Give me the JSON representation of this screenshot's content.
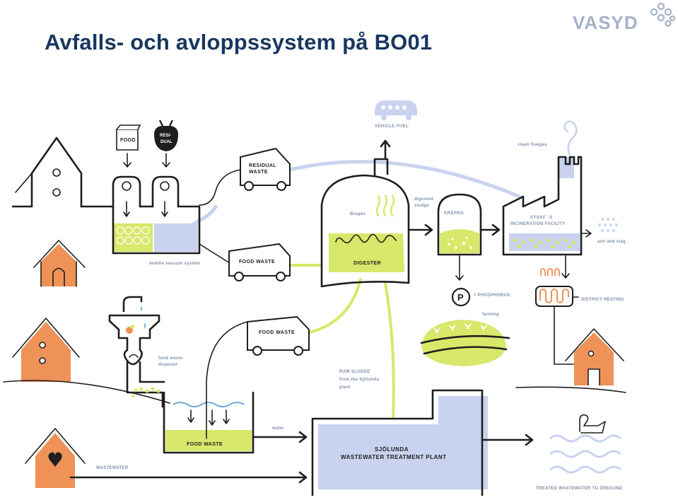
{
  "page": {
    "title": "Avfalls- och avloppssystem på BO01"
  },
  "logo": {
    "text": "VASYD"
  },
  "labels": {
    "food": "FOOD",
    "residual": [
      "RESI-",
      "DUAL"
    ],
    "residual_waste": [
      "RESIDUAL",
      "WASTE"
    ],
    "mobile_vacuum": "mobile vacuum system",
    "food_waste_truck_1": "FOOD WASTE",
    "food_waste_truck_2": "FOOD WASTE",
    "vehicle_fuel": "VEHICLE FUEL",
    "biogas": "Biogas",
    "digester": "DIGESTER",
    "digested_sludge": [
      "digested",
      "sludge"
    ],
    "krepro": "KREPRO",
    "phosphorus": "= PHOSPHORUS",
    "farming": "farming",
    "clean_fluegas": "clean fluegas",
    "sysav": [
      "SYSAV ' S",
      "INCINERATION FACILITY"
    ],
    "ash_slag": "ash and slag",
    "district_heating": "DISTRICT HEATING",
    "p_symbol": "P",
    "food_waste_disposer": [
      "food waste",
      "disposer"
    ],
    "food_waste_tank": "FOOD WASTE",
    "water": "water",
    "raw_sludge": [
      "RAW SLUDGE",
      "from the Sjölunda",
      "plant"
    ],
    "sjolunda": [
      "SJÖLUNDA",
      "WASTEWATER TREATMENT PLANT"
    ],
    "wastewater": "WASTEWATER",
    "treated_wastewater": "TREATED WASTEWATER TO ÖRESUND"
  },
  "colors": {
    "title": "#17375e",
    "ink": "#1e1e1e",
    "lime": "#d7e86a",
    "pale_blue": "#c9d3ef",
    "orange": "#ee9257",
    "logo_gray": "#a4b2c9"
  }
}
